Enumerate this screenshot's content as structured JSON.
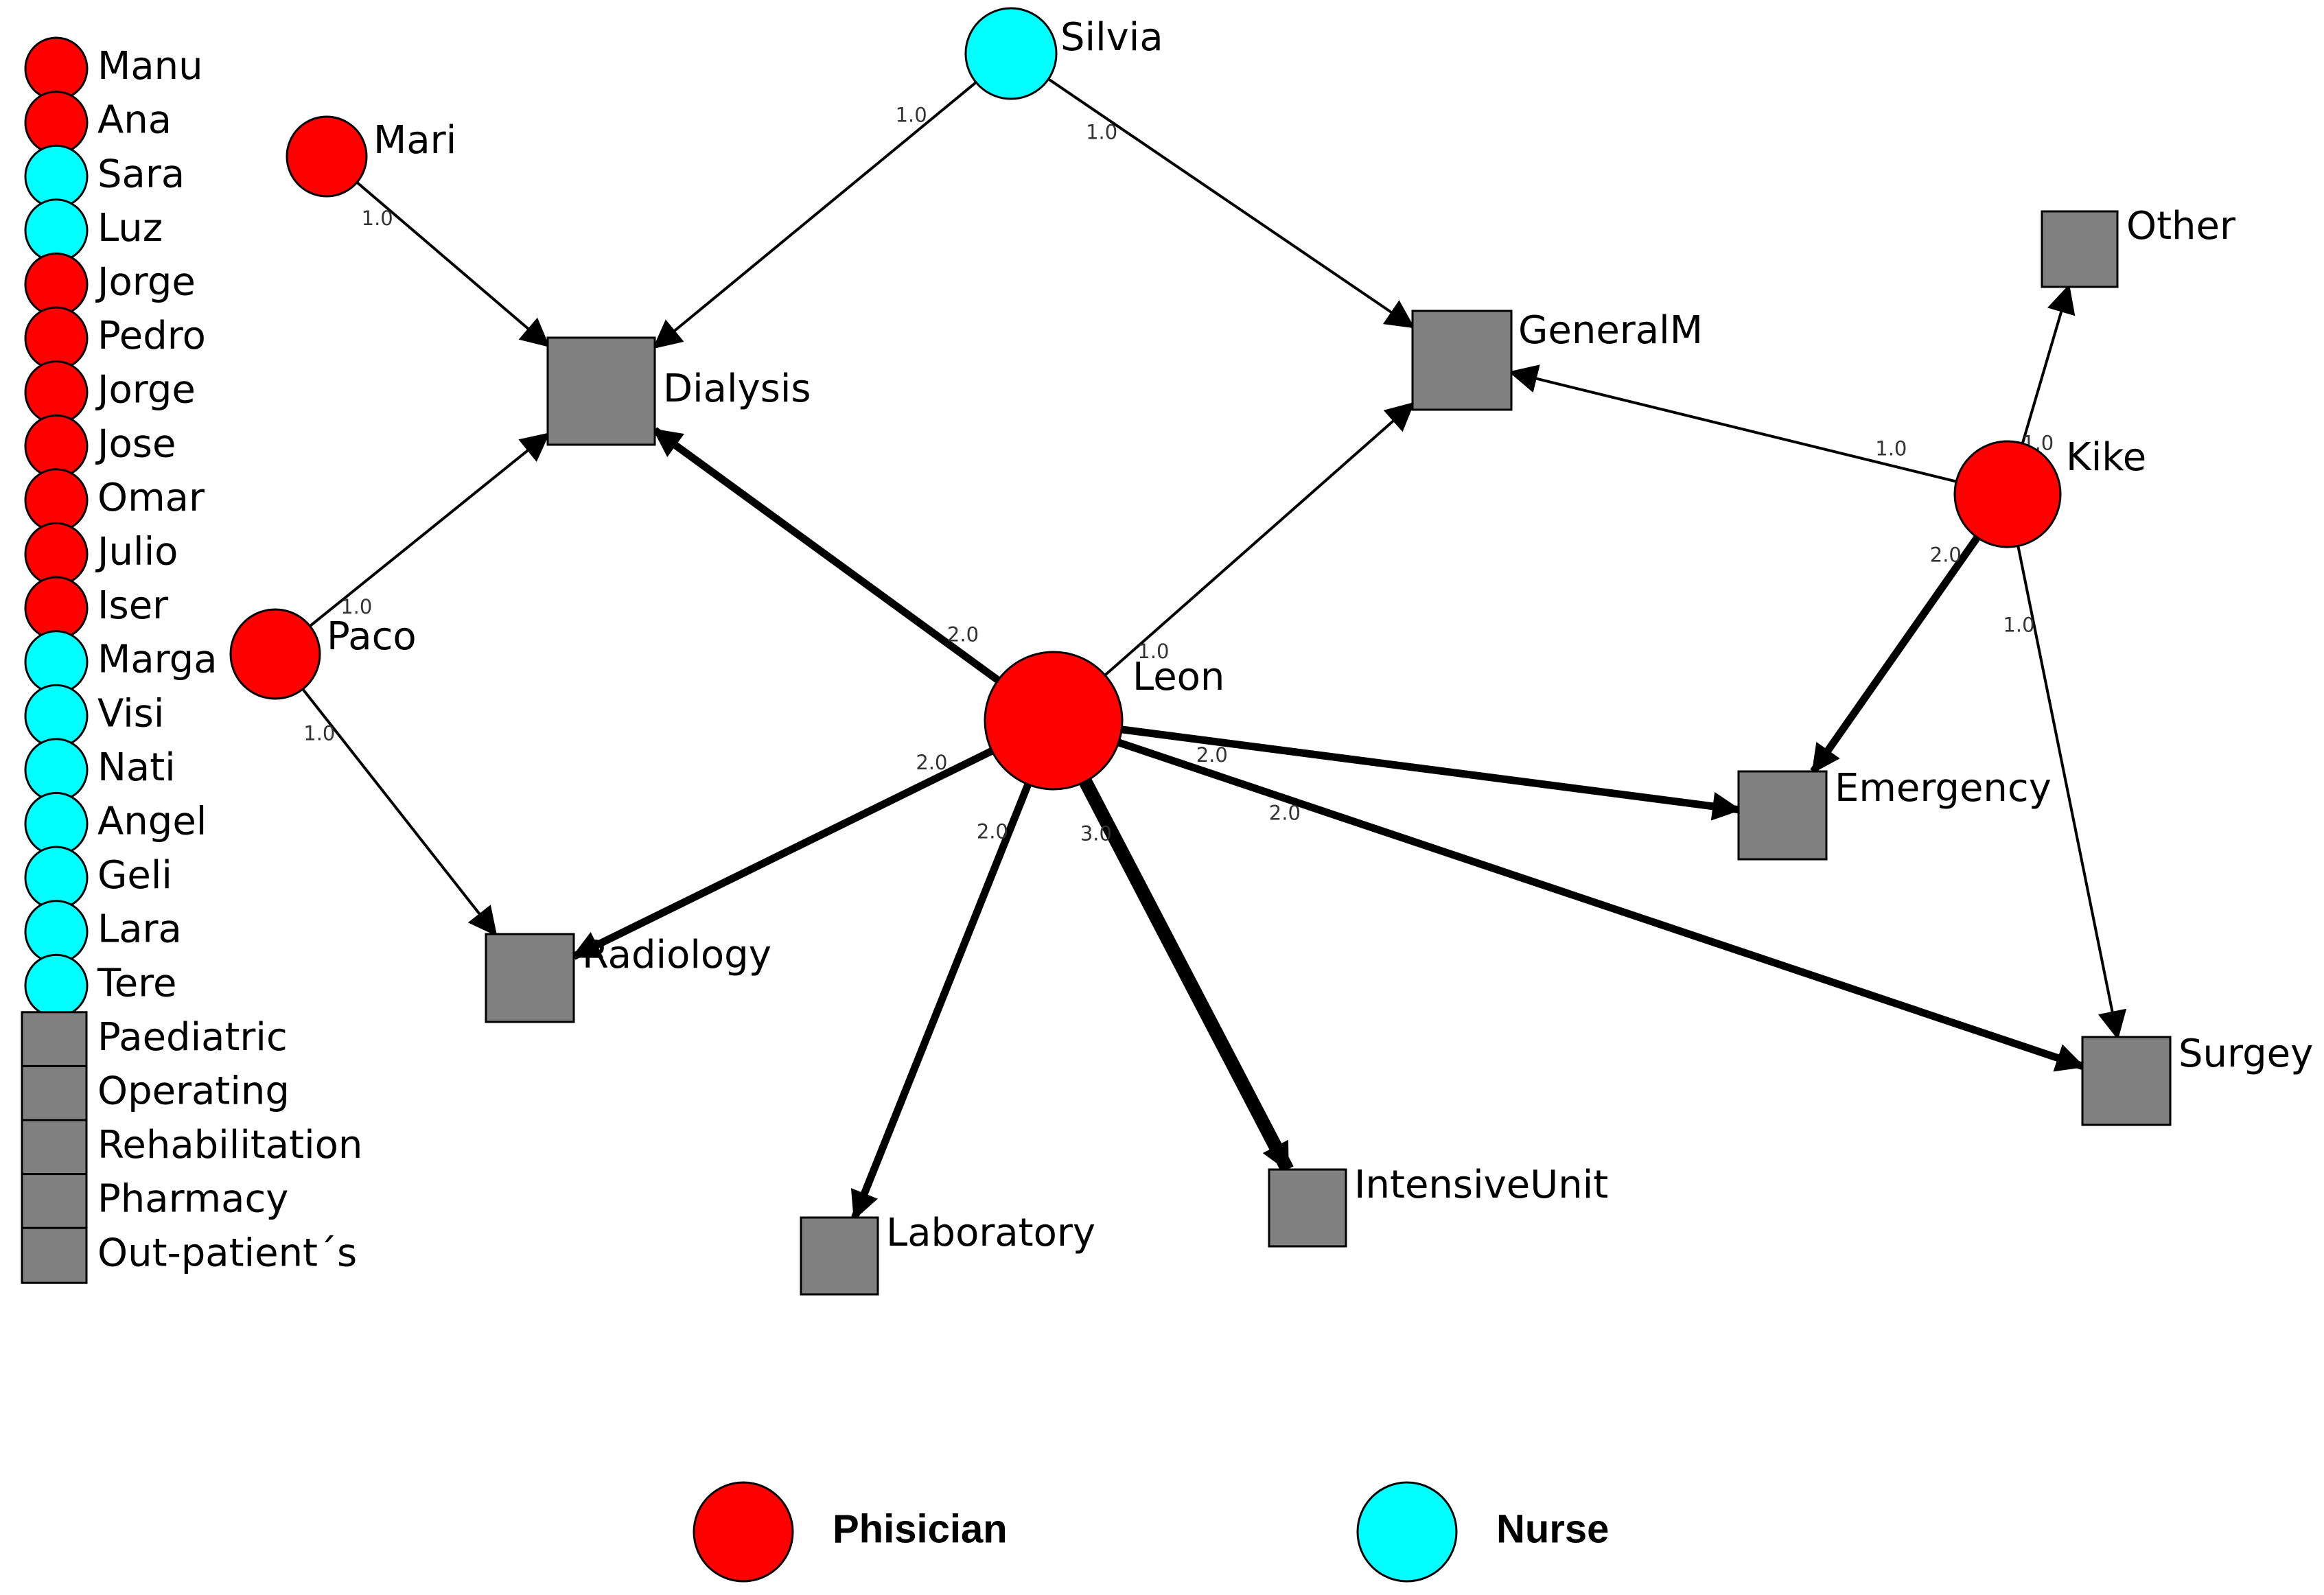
{
  "colors": {
    "physician": "#ff0000",
    "nurse": "#00ffff",
    "service": "#808080",
    "outline": "#000000"
  },
  "isolates": [
    {
      "label": "Manu",
      "kind": "physician"
    },
    {
      "label": "Ana",
      "kind": "physician"
    },
    {
      "label": "Sara",
      "kind": "nurse"
    },
    {
      "label": "Luz",
      "kind": "nurse"
    },
    {
      "label": "Jorge",
      "kind": "physician"
    },
    {
      "label": "Pedro",
      "kind": "physician"
    },
    {
      "label": "Jorge",
      "kind": "physician"
    },
    {
      "label": "Jose",
      "kind": "physician"
    },
    {
      "label": "Omar",
      "kind": "physician"
    },
    {
      "label": "Julio",
      "kind": "physician"
    },
    {
      "label": "Iser",
      "kind": "physician"
    },
    {
      "label": "Marga",
      "kind": "nurse"
    },
    {
      "label": "Visi",
      "kind": "nurse"
    },
    {
      "label": "Nati",
      "kind": "nurse"
    },
    {
      "label": "Angel",
      "kind": "nurse"
    },
    {
      "label": "Geli",
      "kind": "nurse"
    },
    {
      "label": "Lara",
      "kind": "nurse"
    },
    {
      "label": "Tere",
      "kind": "nurse"
    },
    {
      "label": "Paediatric",
      "kind": "service"
    },
    {
      "label": "Operating",
      "kind": "service"
    },
    {
      "label": "Rehabilitation",
      "kind": "service"
    },
    {
      "label": "Pharmacy",
      "kind": "service"
    },
    {
      "label": "Out-patient´s",
      "kind": "service"
    }
  ],
  "nodes": [
    {
      "id": "silvia",
      "label": "Silvia",
      "kind": "nurse"
    },
    {
      "id": "mari",
      "label": "Mari",
      "kind": "physician"
    },
    {
      "id": "paco",
      "label": "Paco",
      "kind": "physician"
    },
    {
      "id": "leon",
      "label": "Leon",
      "kind": "physician"
    },
    {
      "id": "kike",
      "label": "Kike",
      "kind": "physician"
    },
    {
      "id": "dialysis",
      "label": "Dialysis",
      "kind": "service"
    },
    {
      "id": "generalm",
      "label": "GeneralM",
      "kind": "service"
    },
    {
      "id": "other",
      "label": "Other",
      "kind": "service"
    },
    {
      "id": "emergency",
      "label": "Emergency",
      "kind": "service"
    },
    {
      "id": "radiology",
      "label": "Radiology",
      "kind": "service"
    },
    {
      "id": "surgey",
      "label": "Surgey",
      "kind": "service"
    },
    {
      "id": "laboratory",
      "label": "Laboratory",
      "kind": "service"
    },
    {
      "id": "intensiveunit",
      "label": "IntensiveUnit",
      "kind": "service"
    }
  ],
  "edges": [
    {
      "from": "silvia",
      "to": "dialysis",
      "weight": "1.0"
    },
    {
      "from": "silvia",
      "to": "generalm",
      "weight": "1.0"
    },
    {
      "from": "mari",
      "to": "dialysis",
      "weight": "1.0"
    },
    {
      "from": "paco",
      "to": "dialysis",
      "weight": "1.0"
    },
    {
      "from": "paco",
      "to": "radiology",
      "weight": "1.0"
    },
    {
      "from": "leon",
      "to": "dialysis",
      "weight": "2.0"
    },
    {
      "from": "leon",
      "to": "generalm",
      "weight": "1.0"
    },
    {
      "from": "leon",
      "to": "emergency",
      "weight": "2.0"
    },
    {
      "from": "leon",
      "to": "surgey",
      "weight": "2.0"
    },
    {
      "from": "leon",
      "to": "radiology",
      "weight": "2.0"
    },
    {
      "from": "leon",
      "to": "laboratory",
      "weight": "2.0"
    },
    {
      "from": "leon",
      "to": "intensiveunit",
      "weight": "3.0"
    },
    {
      "from": "kike",
      "to": "generalm",
      "weight": "1.0"
    },
    {
      "from": "kike",
      "to": "other",
      "weight": "1.0"
    },
    {
      "from": "kike",
      "to": "emergency",
      "weight": "2.0"
    },
    {
      "from": "kike",
      "to": "surgey",
      "weight": "1.0"
    }
  ],
  "legend": [
    {
      "label": "Phisician",
      "kind": "physician"
    },
    {
      "label": "Nurse",
      "kind": "nurse"
    }
  ]
}
